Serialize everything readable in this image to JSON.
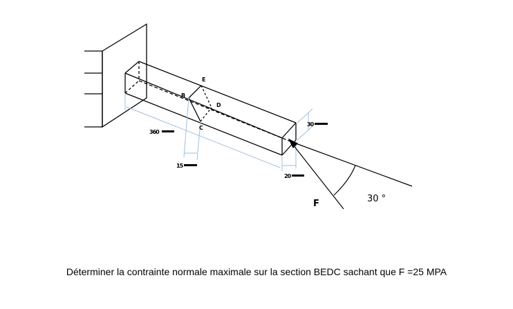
{
  "labels": {
    "b": "B",
    "c": "C",
    "d": "D",
    "e": "E",
    "f": "F",
    "angle": "30 °"
  },
  "dimensions": {
    "length": "360",
    "section_offset": "15",
    "height": "30",
    "width": "20"
  },
  "caption": "Déterminer la contrainte normale maximale sur la section BEDC  sachant que F =25 MPA",
  "colors": {
    "line": "#000000",
    "dimension": "#9dbfdc"
  }
}
